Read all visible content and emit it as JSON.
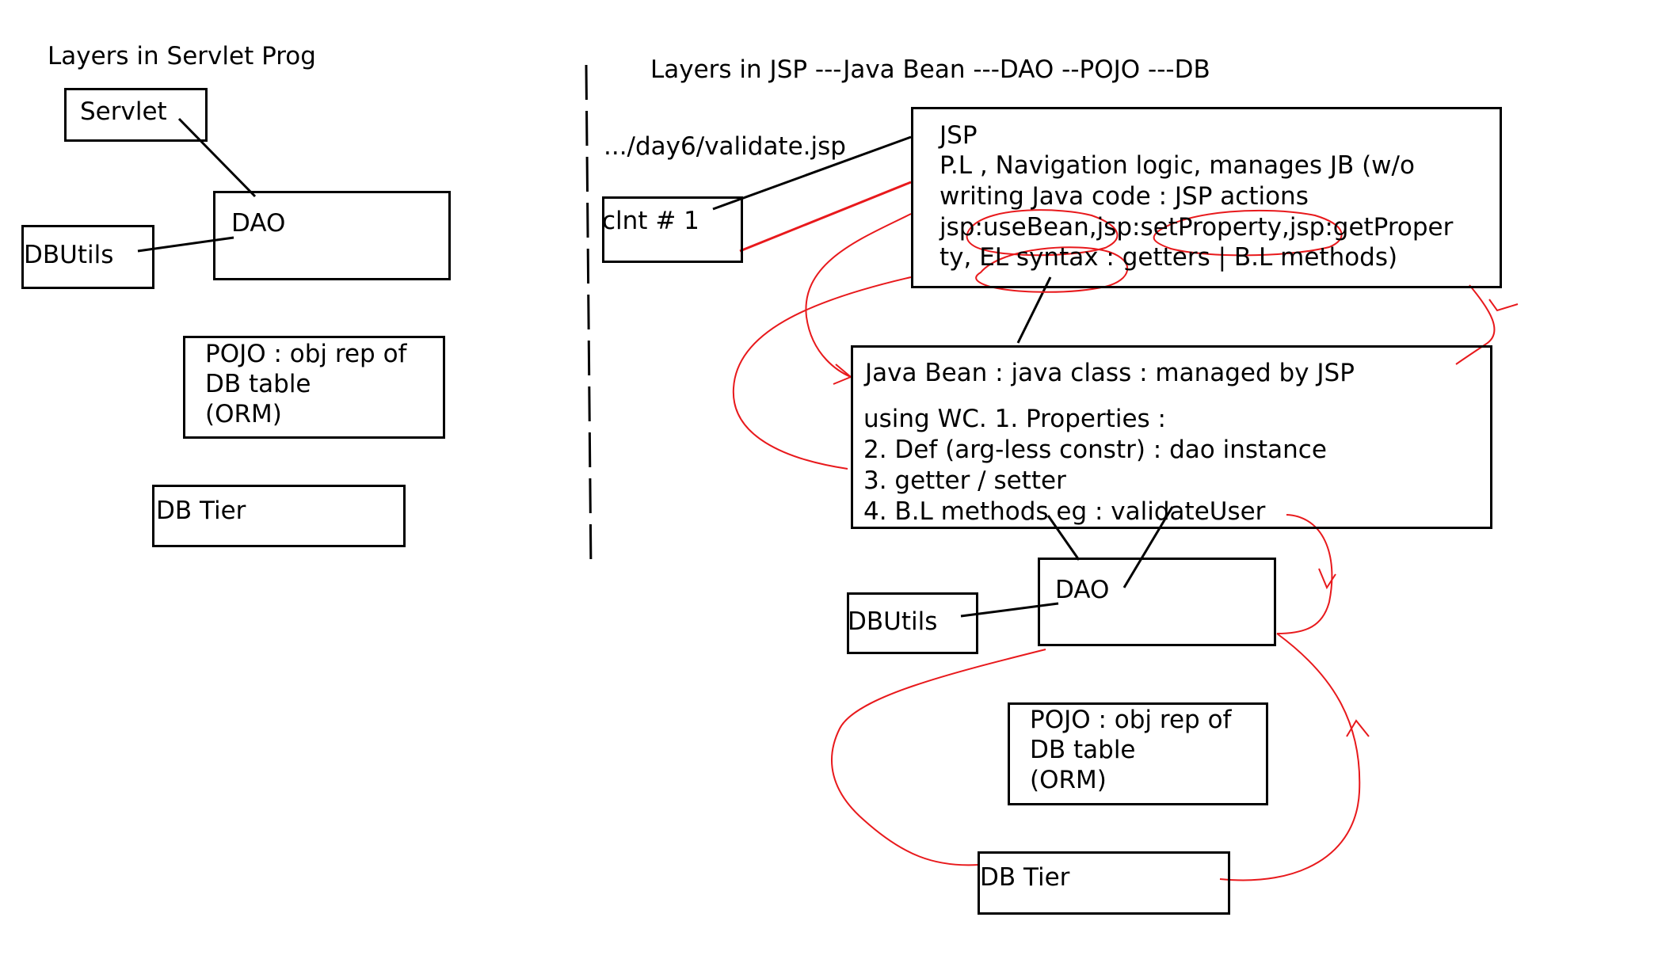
{
  "left": {
    "heading": "Layers in Servlet Prog",
    "servlet": "Servlet",
    "dao": "DAO",
    "dbutils": "DBUtils",
    "pojo": [
      "POJO : obj rep of",
      "DB table",
      "(ORM)"
    ],
    "db_tier": "DB Tier"
  },
  "right": {
    "heading": "Layers in JSP ---Java Bean ---DAO --POJO ---DB",
    "url": ".../day6/validate.jsp",
    "client": "clnt # 1",
    "jsp": [
      "JSP",
      "P.L , Navigation logic, manages JB (w/o",
      "writing Java code : JSP actions",
      "jsp:useBean,jsp:setProperty,jsp:getProper",
      "ty, EL syntax : getters | B.L methods)"
    ],
    "bean_title": "Java Bean : java class : managed by JSP",
    "bean_lines": [
      "using WC. 1. Properties :",
      "2. Def (arg-less constr) : dao instance",
      "3. getter / setter",
      "4. B.L methods eg : validateUser"
    ],
    "dao": "DAO",
    "dbutils": "DBUtils",
    "pojo": [
      "POJO : obj rep of",
      "DB table",
      "(ORM)"
    ],
    "db_tier": "DB Tier"
  },
  "colors": {
    "ink": "#000000",
    "annotation": "#e8191c"
  }
}
